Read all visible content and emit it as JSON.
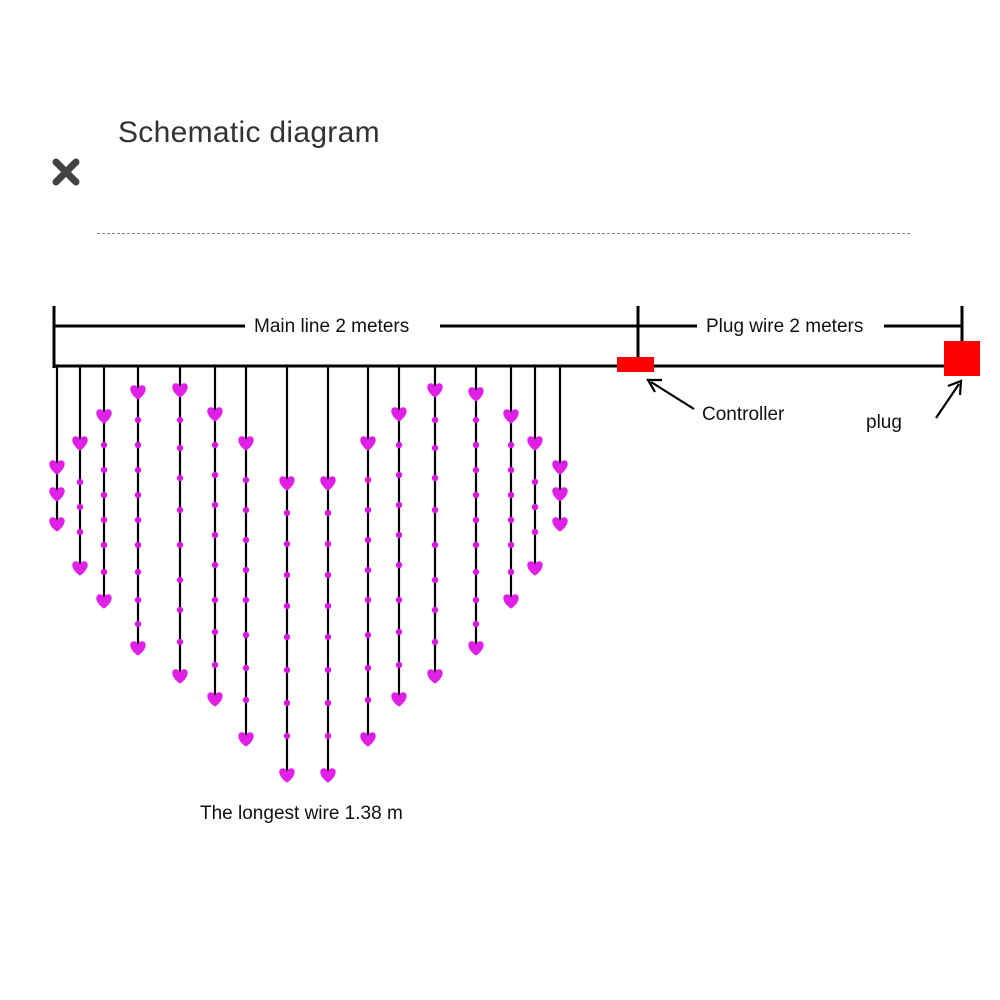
{
  "title": "Schematic diagram",
  "icons": {
    "close": "close-icon"
  },
  "colors": {
    "heart": "#e020e6",
    "dot": "#d818de",
    "component": "#ff0000",
    "line": "#000000"
  },
  "labels": {
    "main_line": "Main line 2 meters",
    "plug_wire": "Plug wire 2 meters",
    "controller": "Controller",
    "plug": "plug",
    "longest_wire": "The longest wire 1.38 m"
  }
}
